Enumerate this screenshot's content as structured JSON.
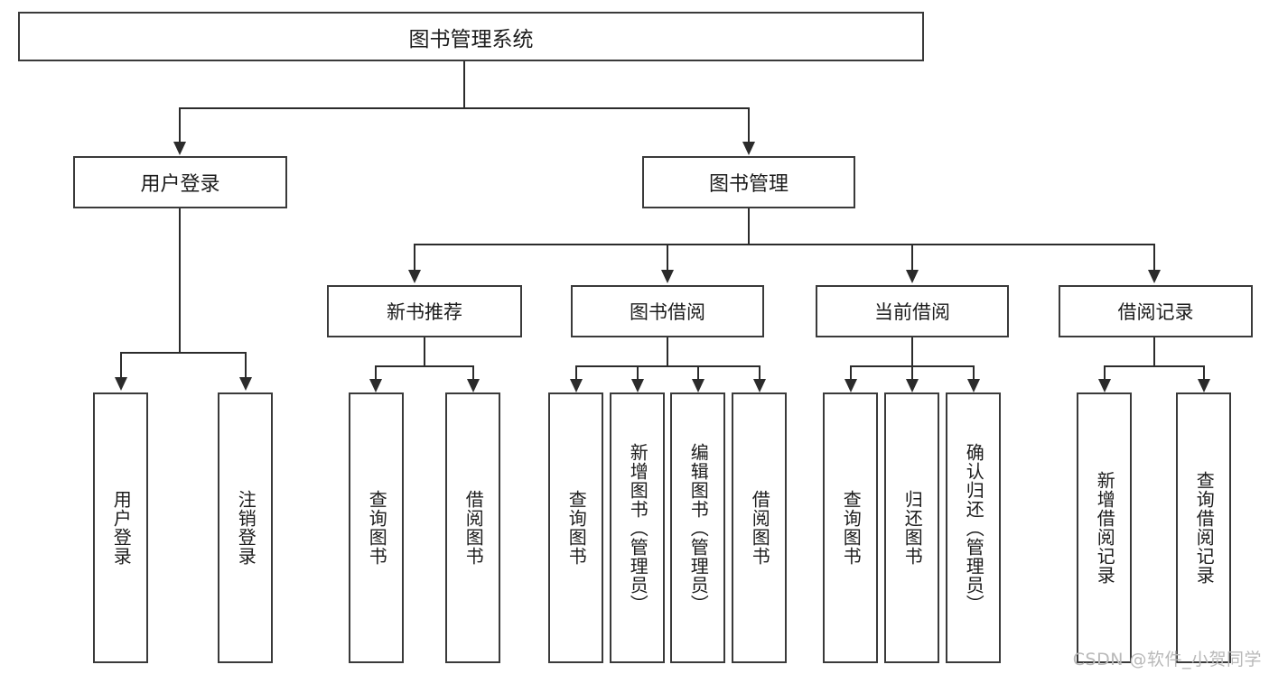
{
  "diagram": {
    "title": "图书管理系统",
    "type": "tree-hierarchy",
    "root": {
      "label": "图书管理系统"
    },
    "level2": [
      {
        "label": "用户登录"
      },
      {
        "label": "图书管理"
      }
    ],
    "level3": [
      {
        "label": "新书推荐"
      },
      {
        "label": "图书借阅"
      },
      {
        "label": "当前借阅"
      },
      {
        "label": "借阅记录"
      }
    ],
    "leaves": {
      "user_login": [
        {
          "label": "用户登录"
        },
        {
          "label": "注销登录"
        }
      ],
      "new_book_recommend": [
        {
          "label": "查询图书"
        },
        {
          "label": "借阅图书"
        }
      ],
      "book_borrow": [
        {
          "label": "查询图书"
        },
        {
          "label": "新增图书（管理员）"
        },
        {
          "label": "编辑图书（管理员）"
        },
        {
          "label": "借阅图书"
        }
      ],
      "current_borrow": [
        {
          "label": "查询图书"
        },
        {
          "label": "归还图书"
        },
        {
          "label": "确认归还（管理员）"
        }
      ],
      "borrow_record": [
        {
          "label": "新增借阅记录"
        },
        {
          "label": "查询借阅记录"
        }
      ]
    }
  },
  "watermark": {
    "text": "CSDN @软件_小贺同学"
  },
  "colors": {
    "box_border": "#3a3a3a",
    "connector": "#2b2b2b",
    "background": "#ffffff",
    "text": "#1c1c1c",
    "watermark": "#b9b9b9"
  }
}
